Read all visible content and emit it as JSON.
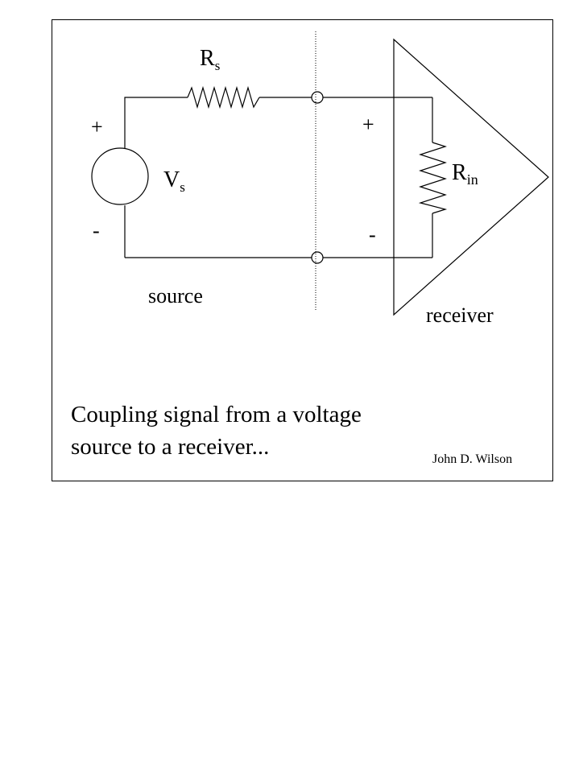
{
  "diagram": {
    "rs_label": {
      "main": "R",
      "sub": "s"
    },
    "vs_label": {
      "main": "V",
      "sub": "s"
    },
    "rin_label": {
      "main": "R",
      "sub": "in"
    },
    "source_plus": "+",
    "source_minus": "-",
    "receiver_plus": "+",
    "receiver_minus": "-",
    "source_label": "source",
    "receiver_label": "receiver"
  },
  "caption": {
    "line1": "Coupling signal from a voltage",
    "line2": "source to a receiver..."
  },
  "author": "John D. Wilson"
}
